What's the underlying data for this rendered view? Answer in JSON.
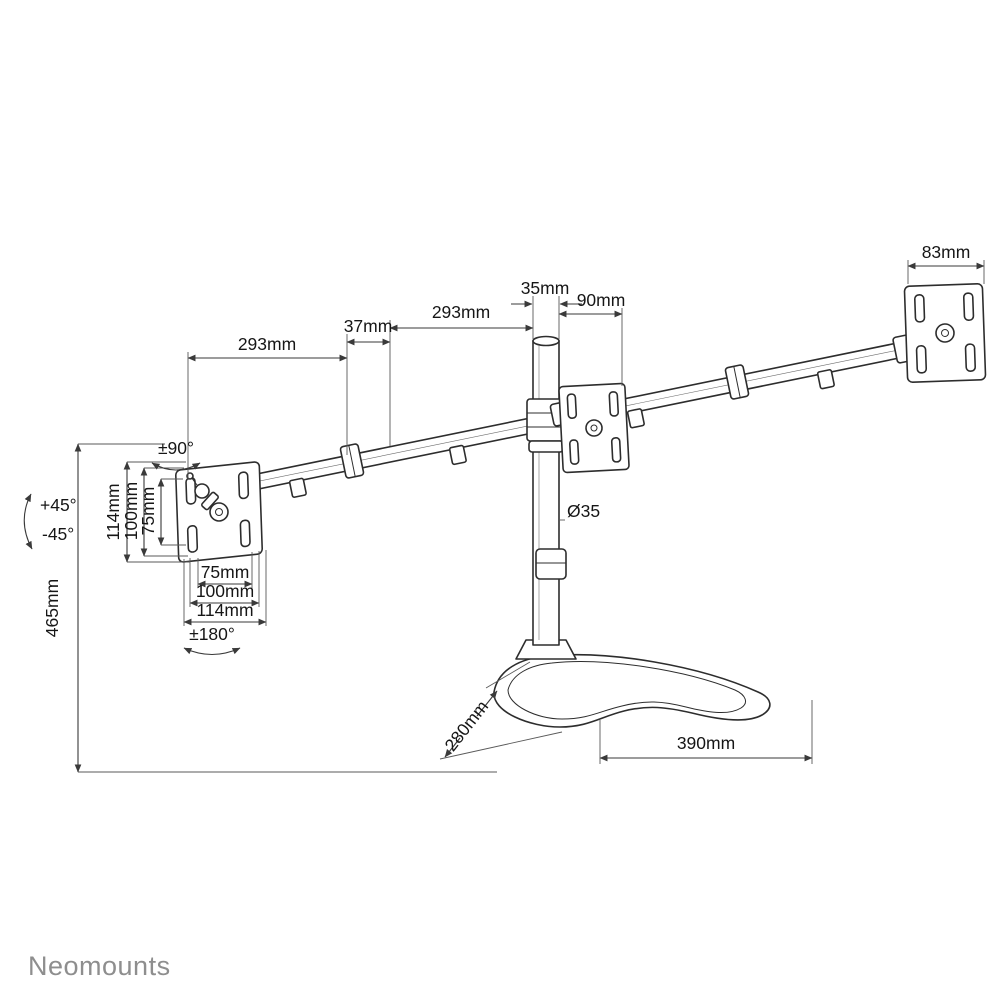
{
  "brand": {
    "logo": "Neomounts",
    "logo_color": "#8e8e8e"
  },
  "diagram": {
    "line_color": "#2d2d2d",
    "dims": {
      "arm_left_293": "293mm",
      "gap_37": "37mm",
      "arm_right_293": "293mm",
      "pole_35": "35mm",
      "offset_90": "90mm",
      "plate_83": "83mm",
      "height_465": "465mm",
      "vesa_v_114": "114mm",
      "vesa_v_100": "100mm",
      "vesa_v_75": "75mm",
      "vesa_h_75": "75mm",
      "vesa_h_100": "100mm",
      "vesa_h_114": "114mm",
      "rot_90": "±90°",
      "rot_180": "±180°",
      "tilt_up_45": "+45°",
      "tilt_down_45": "-45°",
      "pole_dia_35": "Ø35",
      "base_depth_280": "280mm",
      "base_width_390": "390mm"
    }
  }
}
